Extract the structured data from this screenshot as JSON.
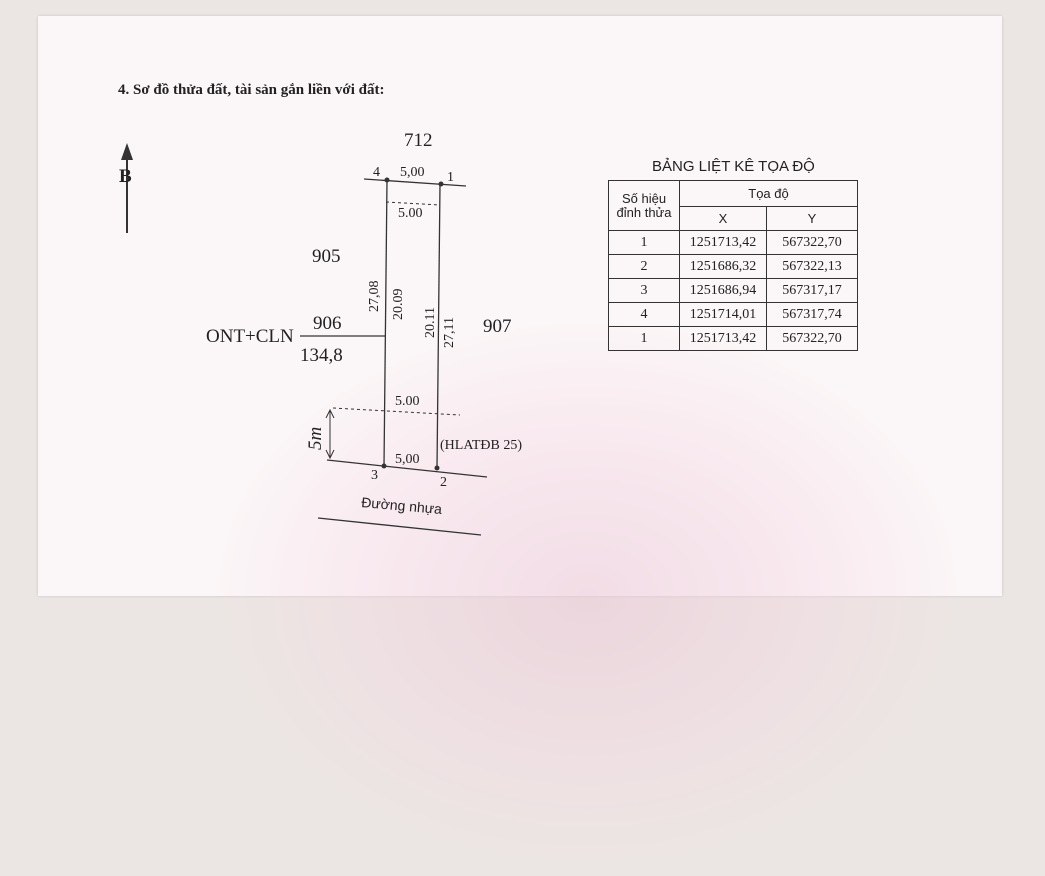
{
  "section_title": "4. Sơ đồ thửa đất, tài sản gắn liền với đất:",
  "north_label": "B",
  "parcels": {
    "top_neighbor": "712",
    "left_neighbor": "905",
    "right_neighbor": "907",
    "subject_parcel": "906",
    "land_use": "ONT+CLN",
    "area": "134,8"
  },
  "dimensions": {
    "top_edge": "5,00",
    "top_inner": "5.00",
    "bottom_inner": "5.00",
    "bottom_edge": "5,00",
    "left_outer": "27,08",
    "left_inner": "20.09",
    "right_inner": "20.11",
    "right_outer": "27,11",
    "setback": "5m"
  },
  "vertices": {
    "v1": "1",
    "v2": "2",
    "v3": "3",
    "v4": "4"
  },
  "corridor_note": "(HLATĐB 25)",
  "road_label": "Đường nhựa",
  "coord_table": {
    "title": "BẢNG LIỆT KÊ TỌA ĐỘ",
    "col_point": "Số hiệu đỉnh thửa",
    "col_coord": "Tọa độ",
    "col_x": "X",
    "col_y": "Y",
    "rows": [
      {
        "point": "1",
        "x": "1251713,42",
        "y": "567322,70"
      },
      {
        "point": "2",
        "x": "1251686,32",
        "y": "567322,13"
      },
      {
        "point": "3",
        "x": "1251686,94",
        "y": "567317,17"
      },
      {
        "point": "4",
        "x": "1251714,01",
        "y": "567317,74"
      },
      {
        "point": "1",
        "x": "1251713,42",
        "y": "567322,70"
      }
    ]
  }
}
